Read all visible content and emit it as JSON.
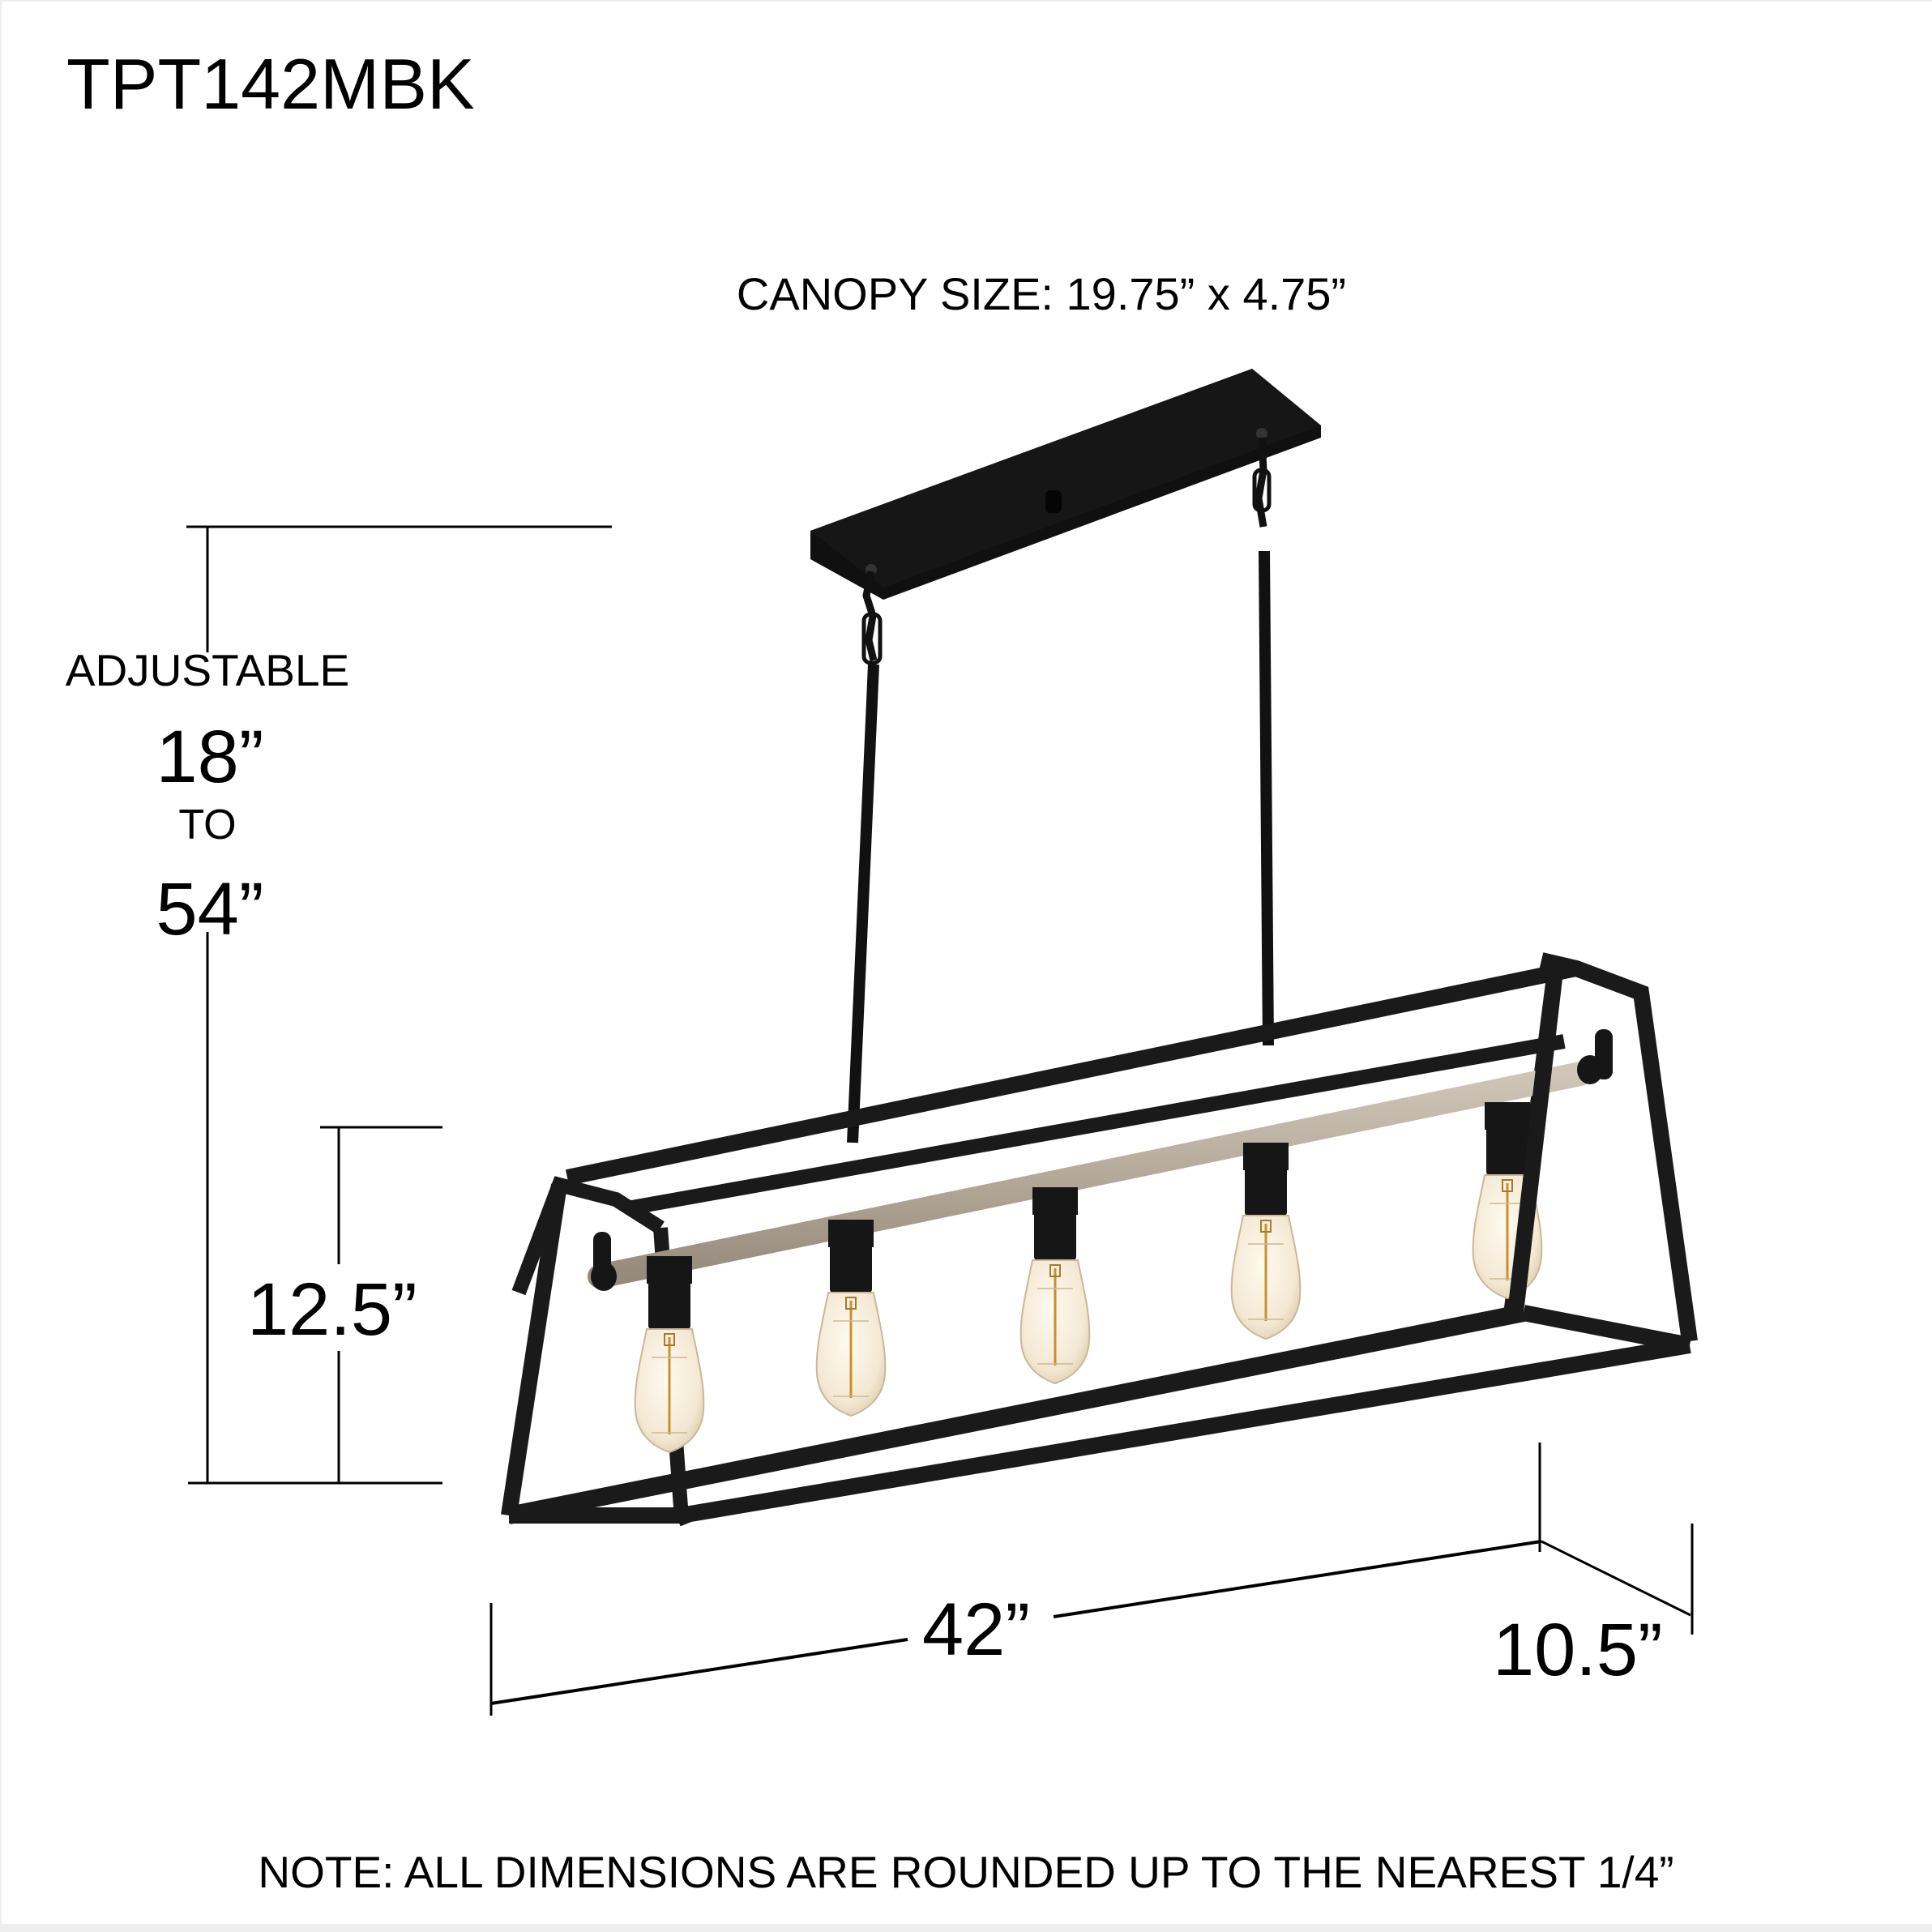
{
  "header": {
    "model_number": "TPT142MBK"
  },
  "canopy": {
    "label": "CANOPY SIZE: 19.75” x 4.75”"
  },
  "dimensions": {
    "overall_height": {
      "label": "ADJUSTABLE",
      "min": "18”",
      "connector": "TO",
      "max": "54”"
    },
    "body_height": "12.5”",
    "length": "42”",
    "depth": "10.5”"
  },
  "footer": {
    "note": "NOTE: ALL DIMENSIONS ARE ROUNDED UP TO THE NEAREST 1/4”"
  },
  "fixture": {
    "bulb_count": 5,
    "colors": {
      "frame": "#1a1a1a",
      "canopy": "#141414",
      "wood_bar": "#b8ad9e",
      "bulb_glass": "#f4ecdc",
      "filament": "#c8902e",
      "dimension_line": "#000000"
    }
  }
}
